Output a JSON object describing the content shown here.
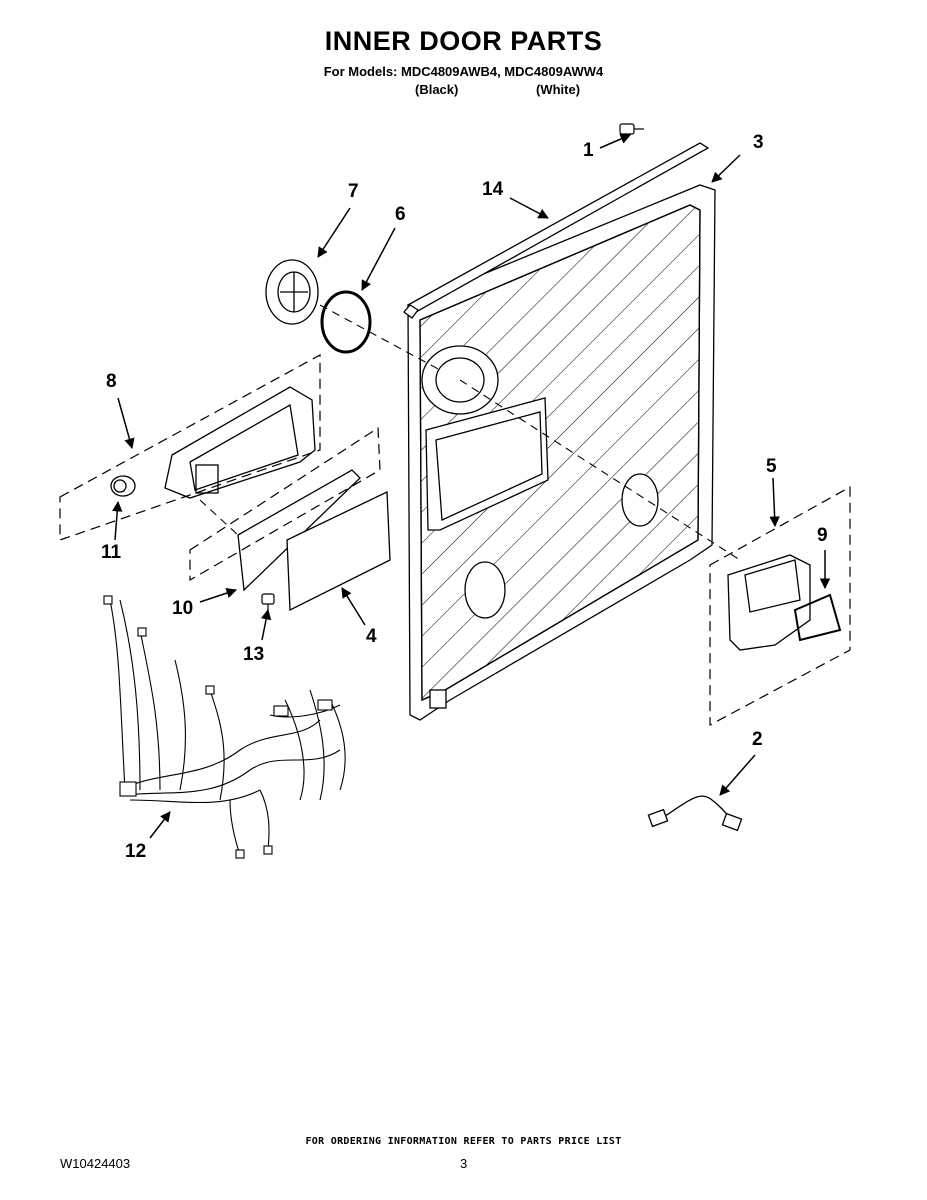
{
  "header": {
    "title": "INNER DOOR PARTS",
    "models": "For Models: MDC4809AWB4, MDC4809AWW4",
    "variant_black": "(Black)",
    "variant_white": "(White)"
  },
  "callouts": [
    "1",
    "2",
    "3",
    "4",
    "5",
    "6",
    "7",
    "8",
    "9",
    "10",
    "11",
    "12",
    "13",
    "14"
  ],
  "footer": {
    "ordering_note": "FOR ORDERING INFORMATION REFER TO PARTS PRICE LIST",
    "document_number": "W10424403",
    "page_number": "3"
  }
}
